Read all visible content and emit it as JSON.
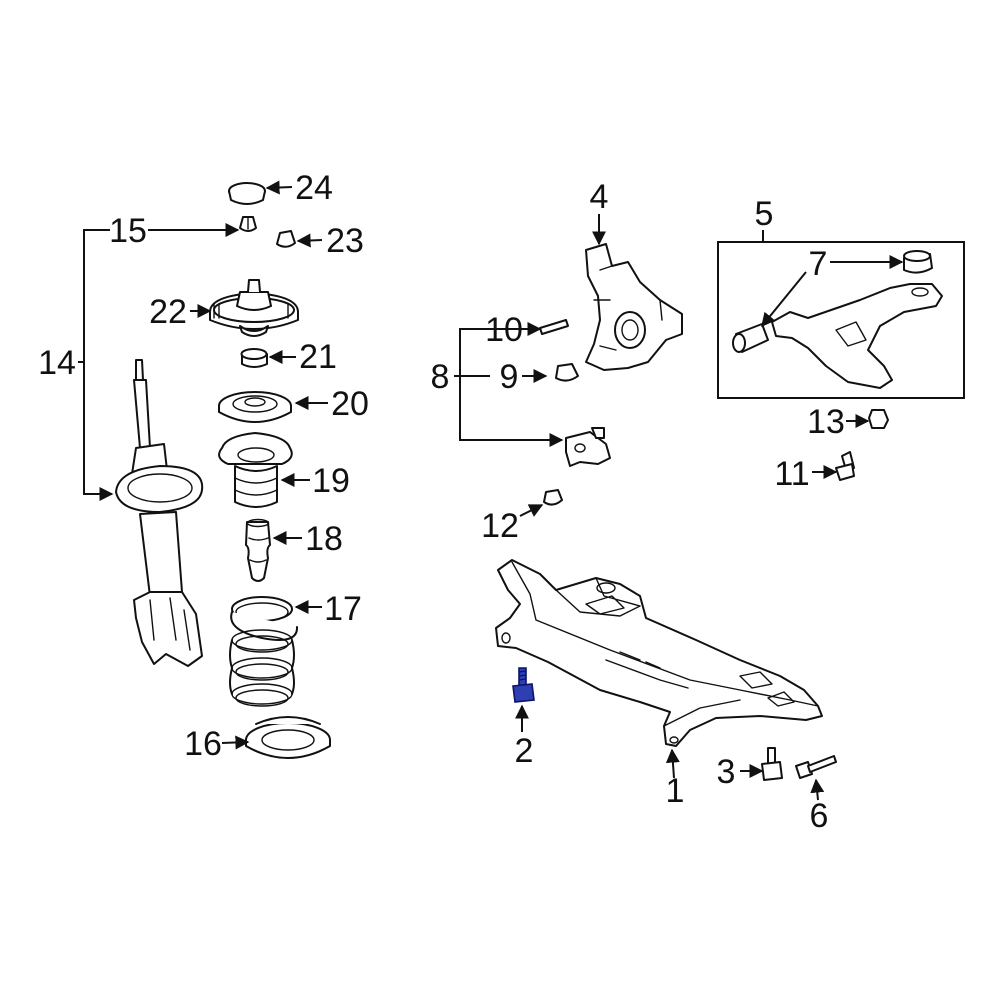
{
  "diagram": {
    "highlight_color": "#2d3fb3",
    "callouts": [
      {
        "id": "1",
        "text": "1"
      },
      {
        "id": "2",
        "text": "2"
      },
      {
        "id": "3",
        "text": "3"
      },
      {
        "id": "4",
        "text": "4"
      },
      {
        "id": "5",
        "text": "5"
      },
      {
        "id": "6",
        "text": "6"
      },
      {
        "id": "7",
        "text": "7"
      },
      {
        "id": "8",
        "text": "8"
      },
      {
        "id": "9",
        "text": "9"
      },
      {
        "id": "10",
        "text": "10"
      },
      {
        "id": "11",
        "text": "11"
      },
      {
        "id": "12",
        "text": "12"
      },
      {
        "id": "13",
        "text": "13"
      },
      {
        "id": "14",
        "text": "14"
      },
      {
        "id": "15",
        "text": "15"
      },
      {
        "id": "16",
        "text": "16"
      },
      {
        "id": "17",
        "text": "17"
      },
      {
        "id": "18",
        "text": "18"
      },
      {
        "id": "19",
        "text": "19"
      },
      {
        "id": "20",
        "text": "20"
      },
      {
        "id": "21",
        "text": "21"
      },
      {
        "id": "22",
        "text": "22"
      },
      {
        "id": "23",
        "text": "23"
      },
      {
        "id": "24",
        "text": "24"
      }
    ]
  }
}
